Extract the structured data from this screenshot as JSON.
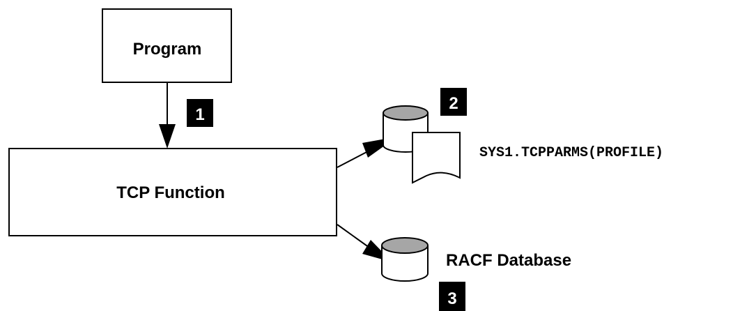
{
  "nodes": {
    "program": {
      "label": "Program"
    },
    "tcp_function": {
      "label": "TCP Function"
    },
    "dataset": {
      "label": "SYS1.TCPPARMS(PROFILE)"
    },
    "racf_database": {
      "label": "RACF Database"
    }
  },
  "markers": {
    "step1": "1",
    "step2": "2",
    "step3": "3"
  },
  "colors": {
    "stroke": "#000000",
    "cylinder_top": "#a6a6a6",
    "marker_fill": "#000000",
    "marker_text": "#ffffff",
    "background": "#ffffff"
  }
}
